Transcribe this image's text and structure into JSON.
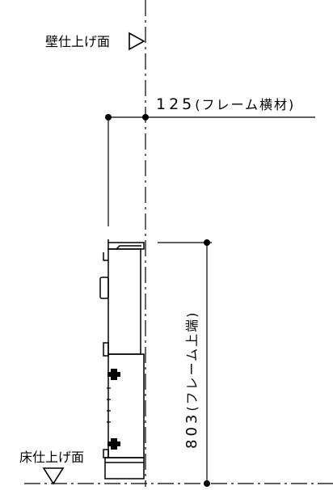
{
  "labels": {
    "wall_finish": "壁仕上げ面",
    "floor_finish": "床仕上げ面"
  },
  "dimensions": {
    "horizontal": {
      "value": "125",
      "note": "(フレーム横材)"
    },
    "vertical": {
      "value": "803",
      "note": "(フレーム上端)"
    }
  }
}
